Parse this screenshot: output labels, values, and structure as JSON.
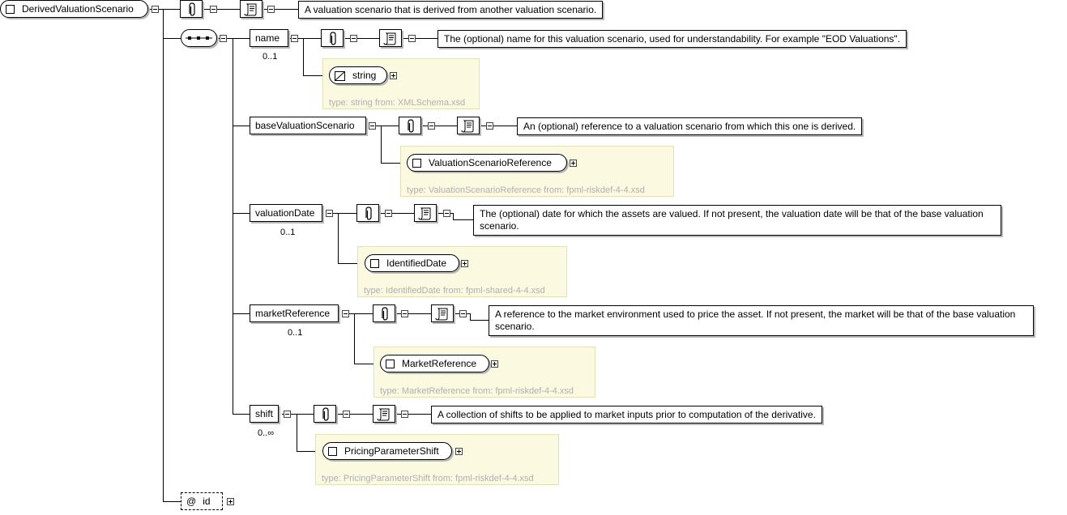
{
  "root": {
    "name": "DerivedValuationScenario",
    "doc": "A valuation scenario that is derived from another valuation scenario."
  },
  "elements": [
    {
      "name": "name",
      "cardinality": "0..1",
      "doc": "The (optional) name for this valuation scenario, used for understandability. For example \"EOD Valuations\".",
      "type_label": "string",
      "type_info": "type: string from: XMLSchema.xsd"
    },
    {
      "name": "baseValuationScenario",
      "cardinality": "",
      "doc": "An (optional) reference to a valuation scenario from which this one is derived.",
      "type_label": "ValuationScenarioReference",
      "type_info": "type: ValuationScenarioReference from: fpml-riskdef-4-4.xsd"
    },
    {
      "name": "valuationDate",
      "cardinality": "0..1",
      "doc": "The (optional) date for which the assets are valued. If not present, the valuation date will be that of the base valuation scenario.",
      "type_label": "IdentifiedDate",
      "type_info": "type: IdentifiedDate from: fpml-shared-4-4.xsd"
    },
    {
      "name": "marketReference",
      "cardinality": "0..1",
      "doc": "A reference to the market environment used to price the asset. If not present, the market will be that of the base valuation scenario.",
      "type_label": "MarketReference",
      "type_info": "type: MarketReference from: fpml-riskdef-4-4.xsd"
    },
    {
      "name": "shift",
      "cardinality": "0..∞",
      "doc": "A collection of shifts to be applied to market inputs prior to computation of the derivative.",
      "type_label": "PricingParameterShift",
      "type_info": "type: PricingParameterShift from: fpml-riskdef-4-4.xsd"
    }
  ],
  "attribute": {
    "symbol": "@",
    "name": "id"
  },
  "icons": {
    "appinfo": "paperclip-icon",
    "documentation": "scroll-icon",
    "sequence": "sequence-compositor-icon",
    "simple_type": "simple-type-icon",
    "complex_type": "complex-type-icon"
  }
}
